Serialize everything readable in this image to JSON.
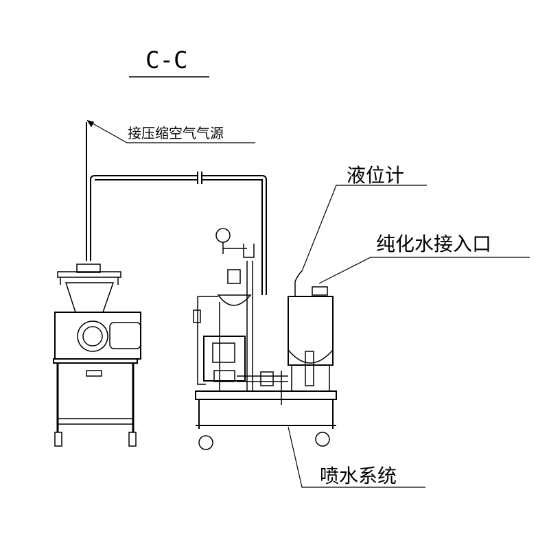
{
  "title": "C-C",
  "labels": {
    "air_source": "接压缩空气气源",
    "level_gauge": "液位计",
    "purified_water_inlet": "纯化水接入口",
    "spray_system": "喷水系统"
  }
}
